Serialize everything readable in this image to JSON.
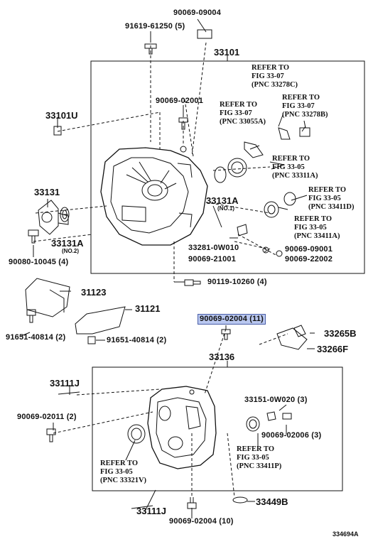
{
  "highlight_color": "#b9c7ef",
  "labels": {
    "p90069_09004": "90069-09004",
    "p91619_61250": "91619-61250 (5)",
    "p33101": "33101",
    "p33101u": "33101U",
    "p90069_02001": "90069-02001",
    "p33131": "33131",
    "p33131a_left": "33131A",
    "no2": "(NO.2)",
    "p90080_10045": "90080-10045 (4)",
    "p33131a_mid": "33131A",
    "no1": "(NO.1)",
    "p33281": "33281-0W010",
    "p90069_21001": "90069-21001",
    "p90069_09001": "90069-09001",
    "p90069_22002": "90069-22002",
    "p90119_10260": "90119-10260 (4)",
    "p31123": "31123",
    "p31121": "31121",
    "p91651_left": "91651-40814 (2)",
    "p91651_mid": "91651-40814 (2)",
    "p90069_02004_hl": "90069-02004 (11)",
    "p33265b": "33265B",
    "p33266f": "33266F",
    "p33136": "33136",
    "p33111j_top": "33111J",
    "p90069_02011": "90069-02011 (2)",
    "p33151": "33151-0W020 (3)",
    "p90069_02006": "90069-02006 (3)",
    "p33111j_bot": "33111J",
    "p90069_02004_bot": "90069-02004 (10)",
    "p33449b": "33449B",
    "illustration_id": "334694A"
  },
  "refs": {
    "r1": [
      "REFER TO",
      "FIG 33-07",
      "(PNC 33278C)"
    ],
    "r2": [
      "REFER TO",
      "FIG 33-07",
      "(PNC 33278B)"
    ],
    "r3": [
      "REFER TO",
      "FIG 33-07",
      "(PNC 33055A)"
    ],
    "r4": [
      "REFER TO",
      "FIG 33-05",
      "(PNC 33311A)"
    ],
    "r5": [
      "REFER TO",
      "FIG 33-05",
      "(PNC 33411D)"
    ],
    "r6": [
      "REFER TO",
      "FIG 33-05",
      "(PNC 33411A)"
    ],
    "r7": [
      "REFER TO",
      "FIG 33-05",
      "(PNC 33411P)"
    ],
    "r8": [
      "REFER TO",
      "FIG 33-05",
      "(PNC 33321V)"
    ]
  }
}
